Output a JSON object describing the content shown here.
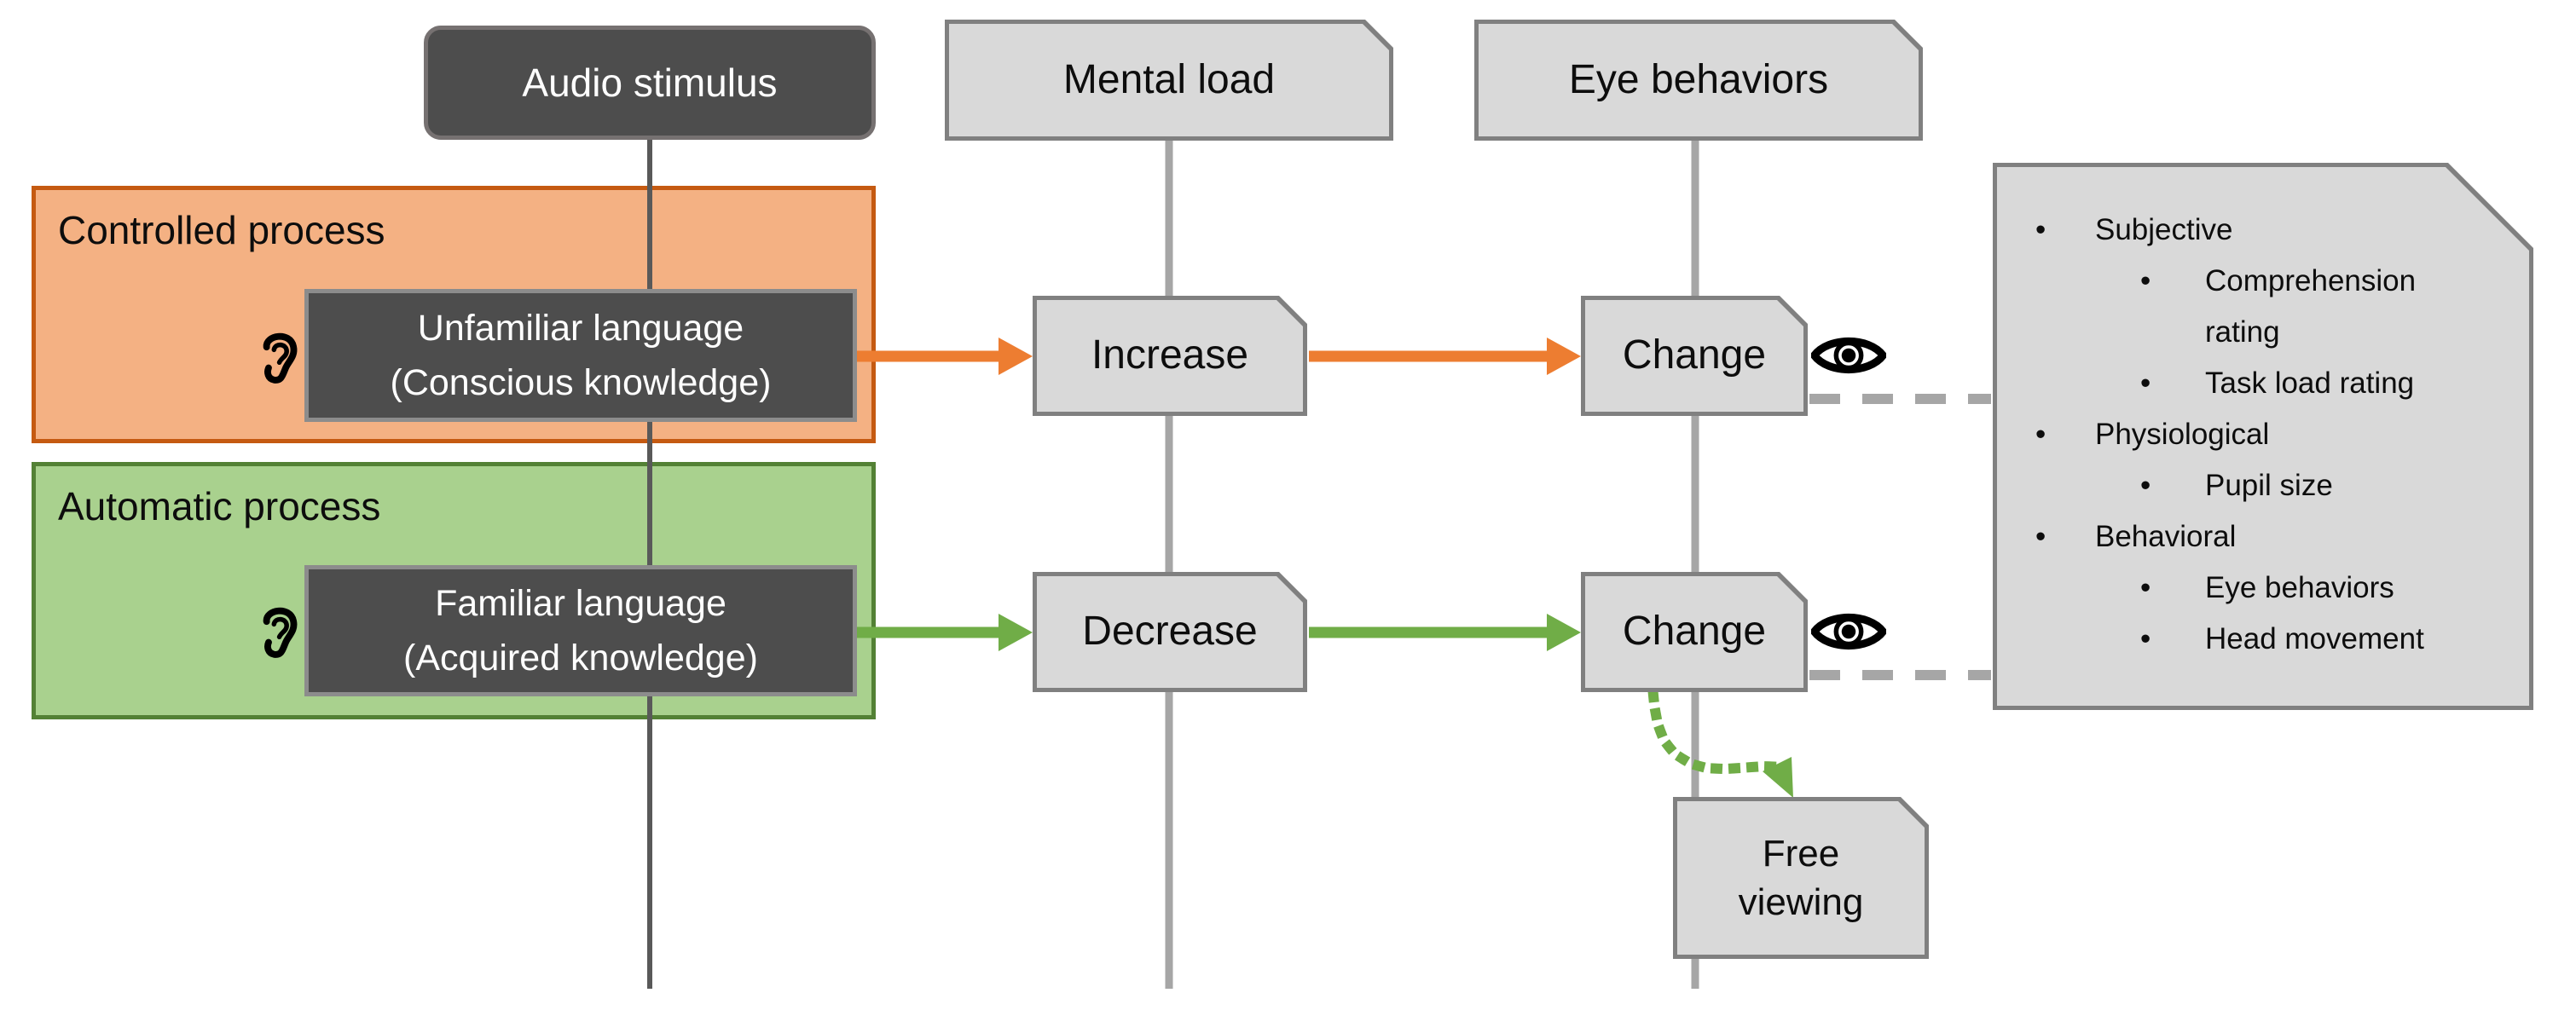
{
  "nodes": {
    "audio_stimulus": "Audio stimulus",
    "mental_load": "Mental load",
    "eye_behaviors": "Eye behaviors",
    "increase": "Increase",
    "decrease": "Decrease",
    "change_controlled": "Change",
    "change_automatic": "Change",
    "free_viewing": "Free viewing"
  },
  "processes": {
    "controlled": {
      "label": "Controlled process",
      "stimulus": "Unfamiliar language",
      "knowledge": "(Conscious knowledge)"
    },
    "automatic": {
      "label": "Automatic process",
      "stimulus": "Familiar language",
      "knowledge": "(Acquired knowledge)"
    }
  },
  "measures_panel": {
    "bullet": "•",
    "rows": [
      {
        "level": 1,
        "label": "Subjective"
      },
      {
        "level": 2,
        "label": "Comprehension rating"
      },
      {
        "level": 2,
        "label": "Task load rating"
      },
      {
        "level": 1,
        "label": "Physiological"
      },
      {
        "level": 2,
        "label": "Pupil size"
      },
      {
        "level": 1,
        "label": "Behavioral"
      },
      {
        "level": 2,
        "label": "Eye behaviors"
      },
      {
        "level": 2,
        "label": "Head movement"
      }
    ]
  },
  "icons": {
    "ear": "ear-icon",
    "eye": "eye-icon"
  },
  "colors": {
    "accent-orange": "#ED7D31",
    "orange-fill": "#F4B183",
    "orange-border": "#C55A11",
    "accent-green": "#70AD47",
    "green-fill": "#A9D18E",
    "green-border": "#538135",
    "box-fill": "#D9D9D9",
    "box-border": "#808080",
    "dark-fill": "#4D4D4D",
    "dark-border": "#8C8C8C",
    "line-gray": "#A6A6A6",
    "line-dark": "#595959"
  }
}
